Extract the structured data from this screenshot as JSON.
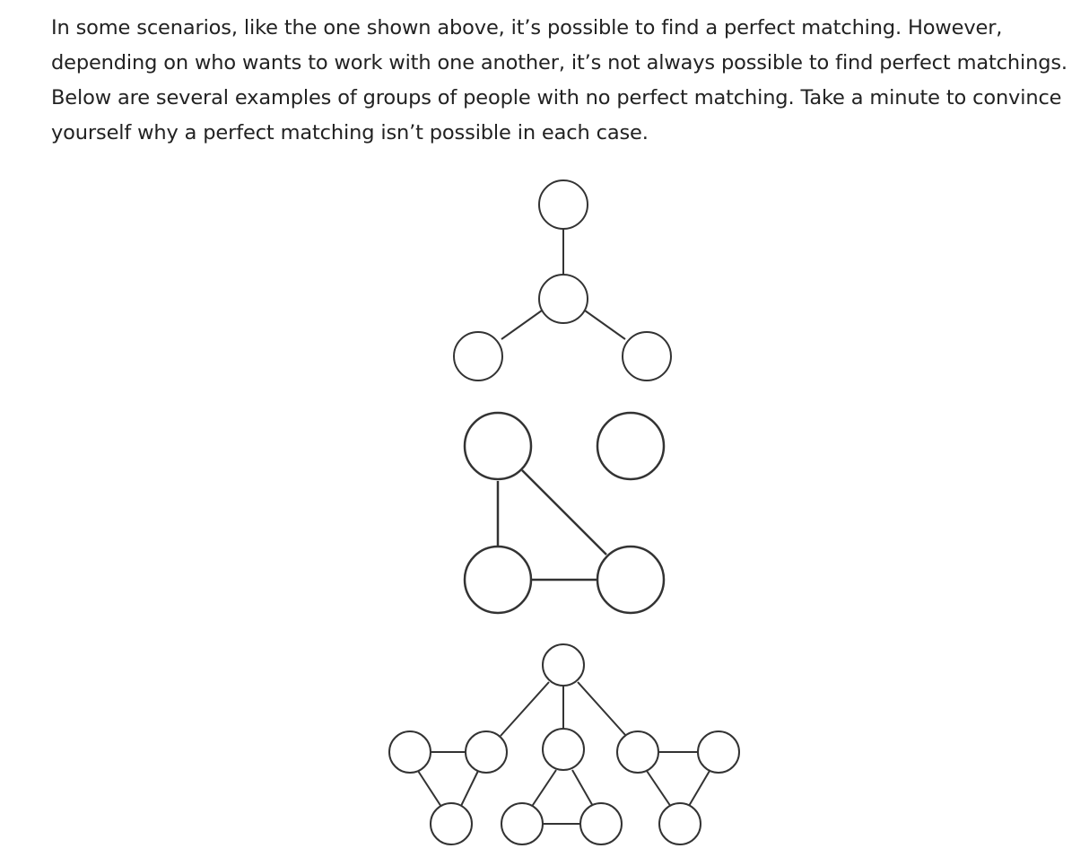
{
  "article": {
    "paragraph": "In some scenarios, like the one shown above, it’s possible to find a perfect matching. However, depending on who wants to work with one another, it’s not always possible to find perfect matchings. Below are several examples of groups of people with no perfect matching. Take a minute to convince yourself why a perfect matching isn’t possible in each case."
  },
  "figure": {
    "graphs": [
      {
        "name": "star-graph",
        "node_count": 4,
        "edge_count": 3
      },
      {
        "name": "triangle-plus-isolated-graph",
        "node_count": 4,
        "edge_count": 3
      },
      {
        "name": "three-triangles-graph",
        "node_count": 10,
        "edge_count": 12
      }
    ],
    "colors": {
      "stroke": "#333333",
      "node_fill": "#ffffff",
      "text": "#222222"
    }
  }
}
